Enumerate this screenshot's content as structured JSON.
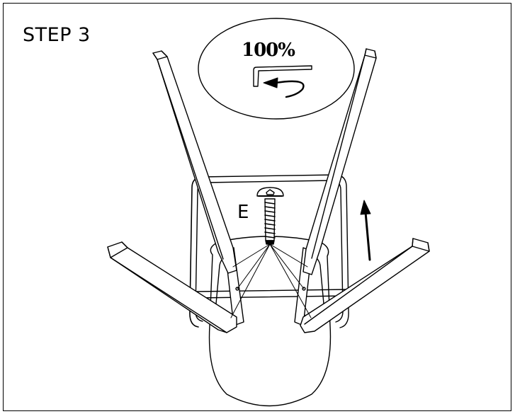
{
  "step_label": "STEP 3",
  "tool_callout": {
    "torque_label": "100%",
    "tool_icon": "hex-key-icon",
    "rotation_icon": "counterclockwise-arrow-icon"
  },
  "part_label": "E",
  "direction_icon": "up-arrow-icon",
  "colors": {
    "line": "#000000",
    "background": "#ffffff"
  }
}
